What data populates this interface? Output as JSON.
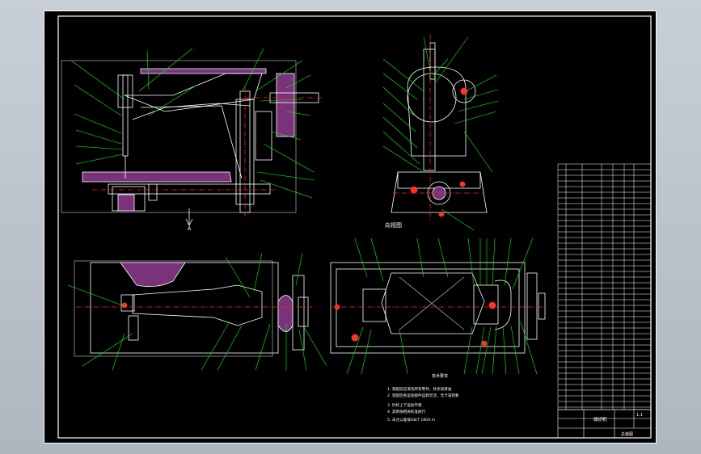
{
  "view_labels": {
    "arrow_a": "A",
    "section_label": "向视图",
    "notes_title": "技术要求"
  },
  "notes": [
    "1. 装配前应清洗所有零件，并涂润滑油",
    "2. 装配后各运动部件运转灵活，无卡滞现象",
    "3. 针杆上下运动平稳",
    "4. 其余按相关标准执行",
    "5. 未注公差按GB/T 1804-m"
  ],
  "title_block": {
    "name": "缝纫机",
    "scale": "1:1",
    "drawing_no": "总装图"
  },
  "colors": {
    "frame": "#ffffff",
    "leader": "#00ff00",
    "part": "#ffffff",
    "hatch": "#8a3c8a",
    "center_line": "#ff2020",
    "accent": "#ff3030"
  }
}
